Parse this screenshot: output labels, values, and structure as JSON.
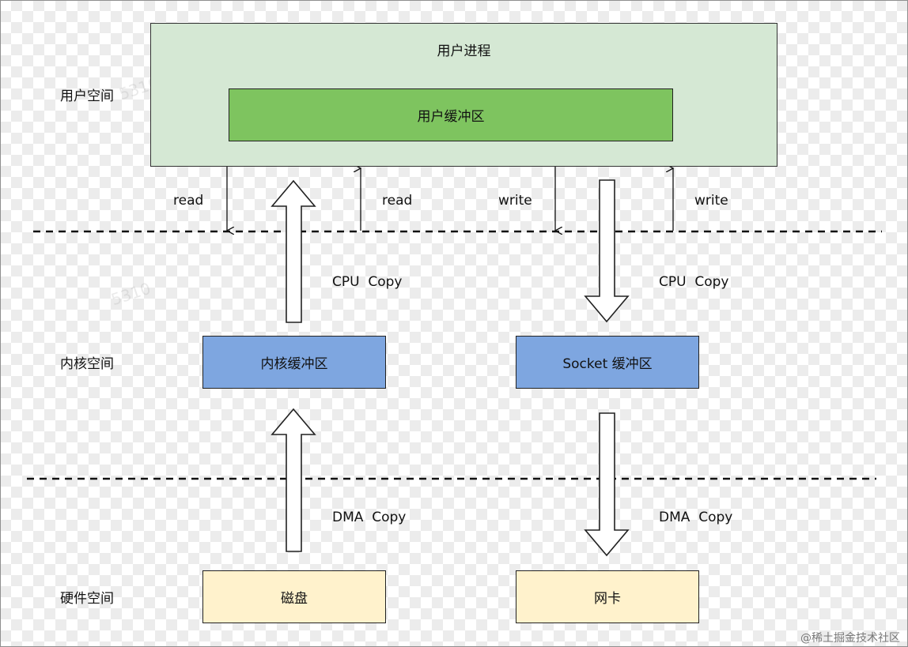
{
  "boxes": {
    "user_process": "用户进程",
    "user_buffer": "用户缓冲区",
    "kernel_buffer": "内核缓冲区",
    "socket_buffer": "Socket 缓冲区",
    "disk": "磁盘",
    "nic": "网卡"
  },
  "spaces": {
    "user": "用户空间",
    "kernel": "内核空间",
    "hardware": "硬件空间"
  },
  "syscalls": {
    "read_down": "read",
    "read_up": "read",
    "write_down": "write",
    "write_up": "write"
  },
  "copies": {
    "cpu_left": "CPU  Copy",
    "cpu_right": "CPU  Copy",
    "dma_left": "DMA  Copy",
    "dma_right": "DMA  Copy"
  },
  "watermark": "@稀土掘金技术社区",
  "colors": {
    "user_process": "#d5e8d4",
    "user_buffer": "#7ec45f",
    "kernel": "#7ea6e0",
    "hardware": "#fff2cc"
  }
}
